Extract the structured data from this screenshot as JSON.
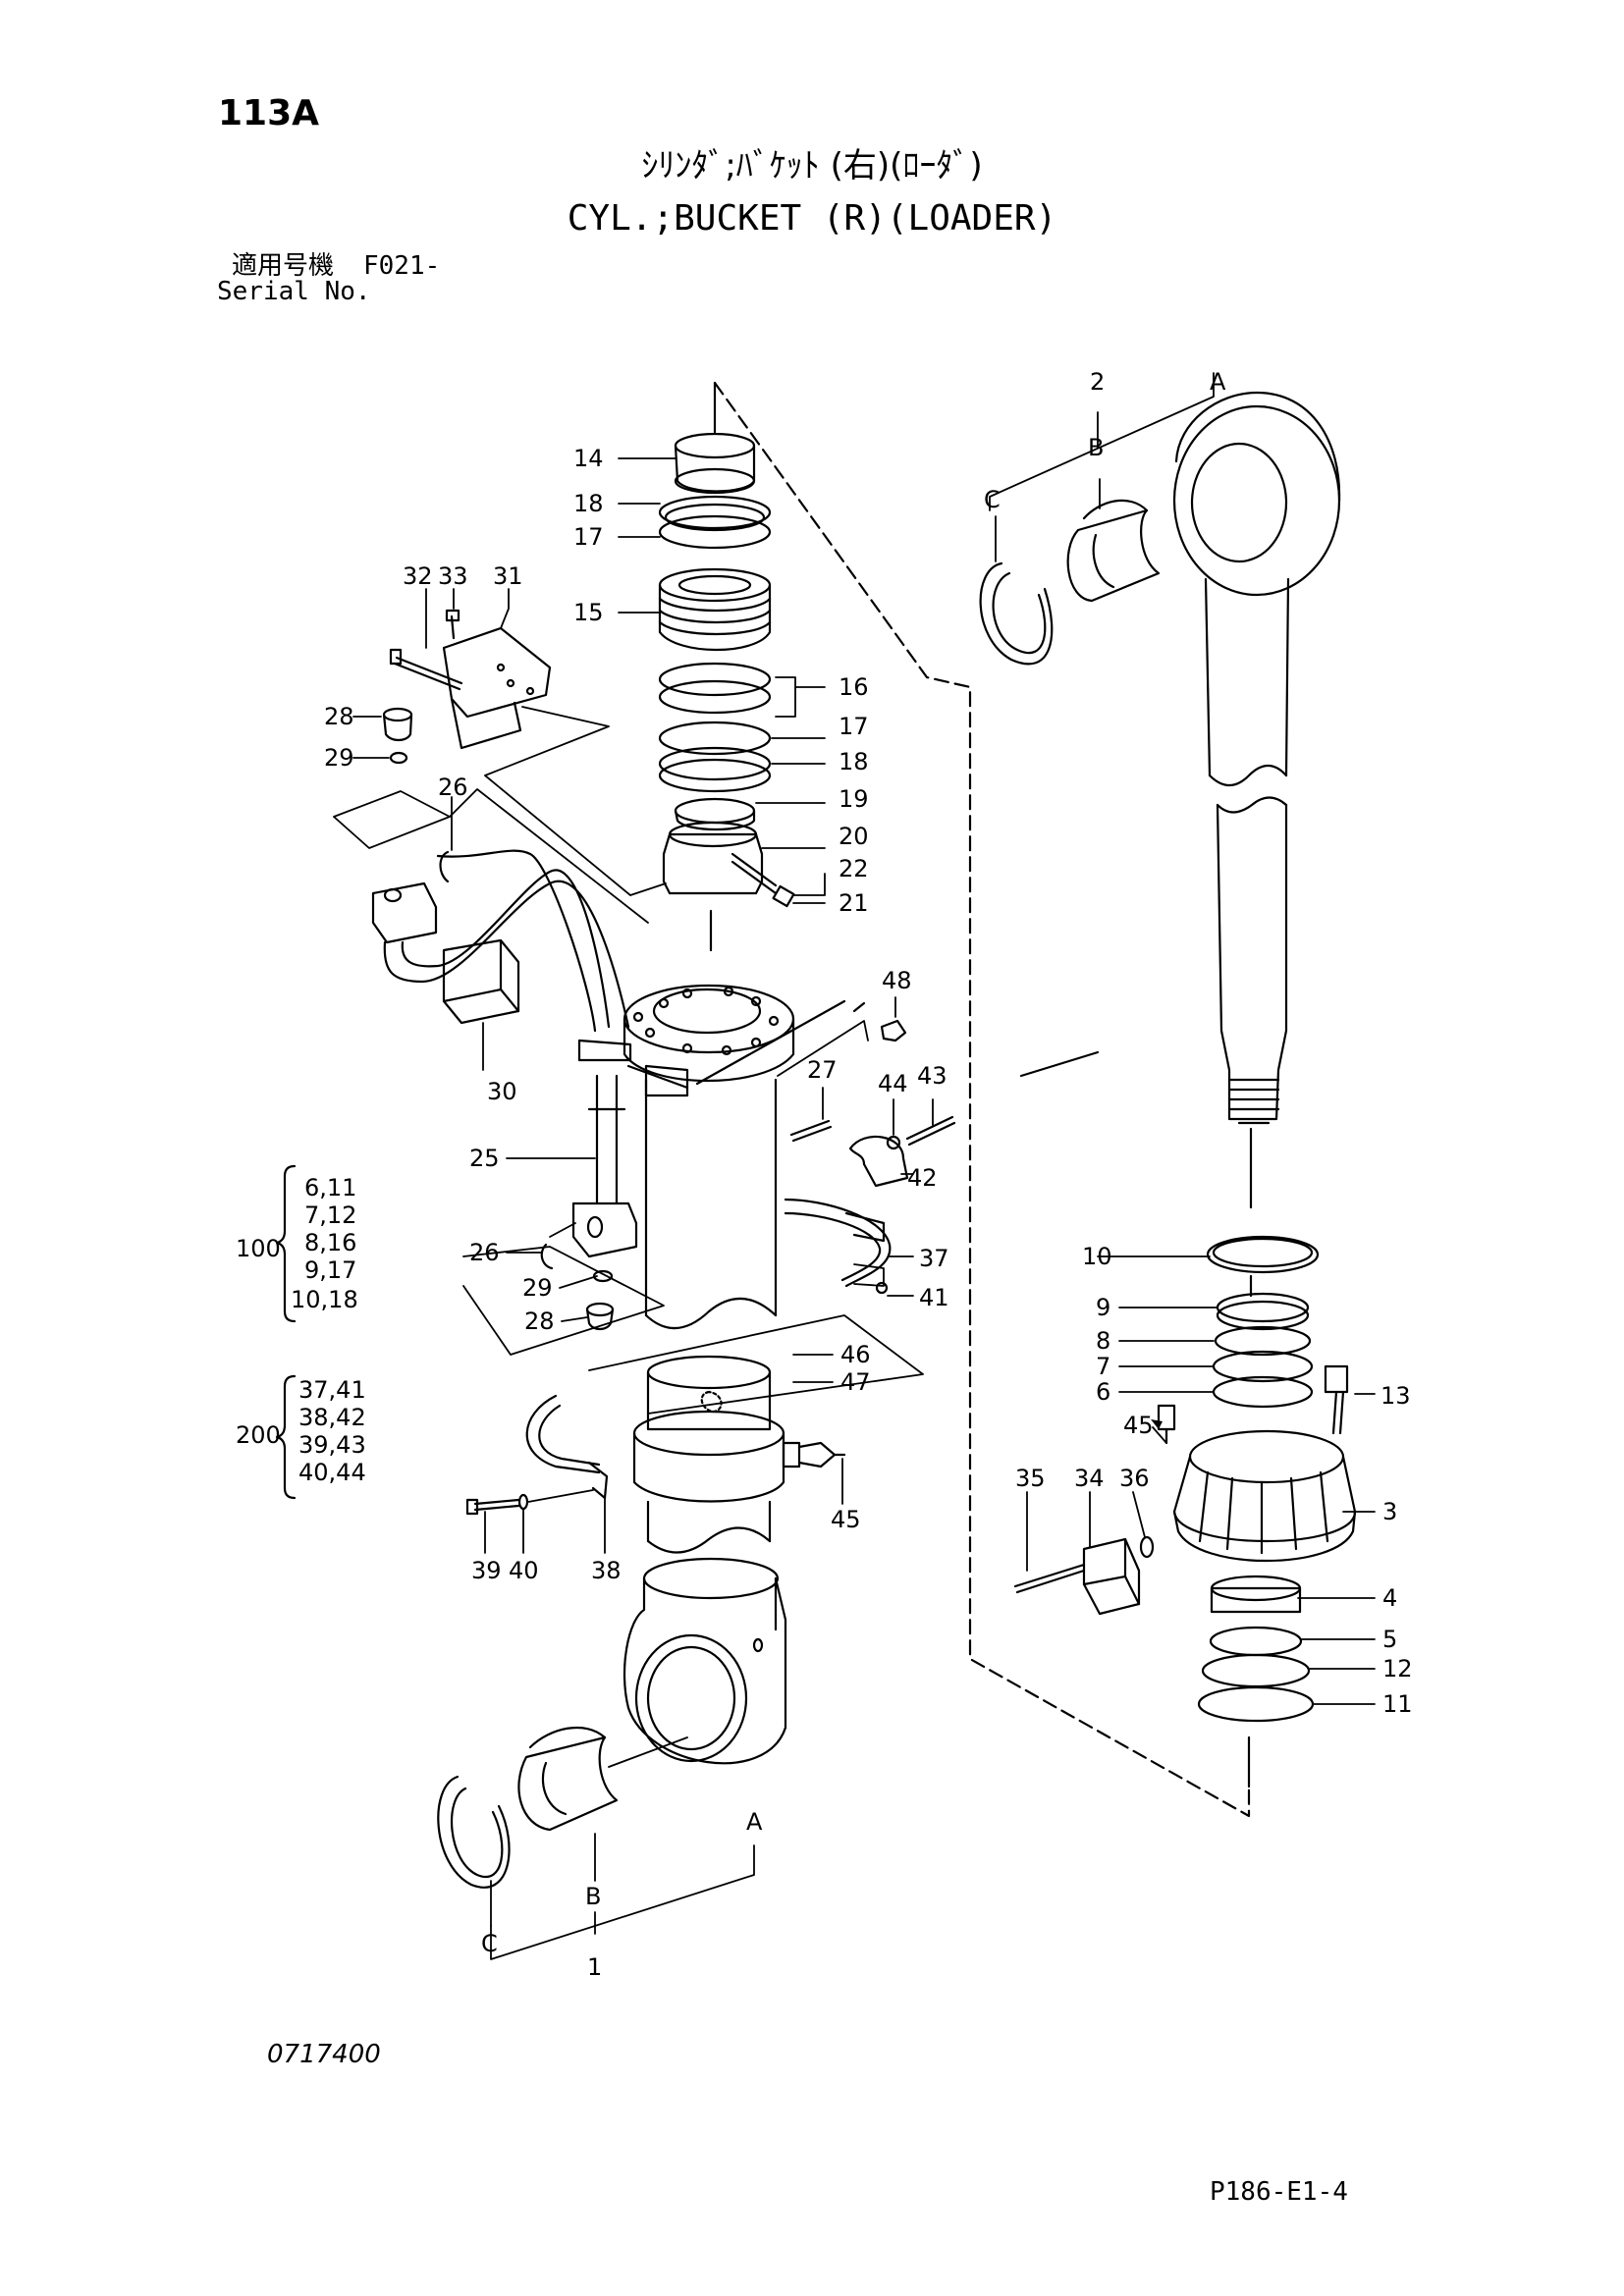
{
  "header": {
    "page_number": "113A",
    "title_jp": "ｼﾘﾝﾀﾞ;ﾊﾞｹｯﾄ (右)(ﾛｰﾀﾞ)",
    "title_en": "CYL.;BUCKET (R)(LOADER)",
    "serial_label_jp": "適用号機",
    "serial_label_en": "Serial No.",
    "serial_value": "F021-"
  },
  "footer": {
    "drawing_number": "0717400",
    "page_ref": "P186-E1-4"
  },
  "callouts": {
    "c1": "1",
    "c2": "2",
    "c3": "3",
    "c4": "4",
    "c5": "5",
    "c6": "6",
    "c7": "7",
    "c8": "8",
    "c9": "9",
    "c10": "10",
    "c11": "11",
    "c12": "12",
    "c13": "13",
    "c14": "14",
    "c15": "15",
    "c16": "16",
    "c17a": "17",
    "c17b": "17",
    "c18a": "18",
    "c18b": "18",
    "c19": "19",
    "c20": "20",
    "c21": "21",
    "c22": "22",
    "c25": "25",
    "c26a": "26",
    "c26b": "26",
    "c27": "27",
    "c28a": "28",
    "c28b": "28",
    "c29a": "29",
    "c29b": "29",
    "c30": "30",
    "c31": "31",
    "c32": "32",
    "c33": "33",
    "c34": "34",
    "c35": "35",
    "c36": "36",
    "c37": "37",
    "c38": "38",
    "c39": "39",
    "c40": "40",
    "c41": "41",
    "c42": "42",
    "c43": "43",
    "c44": "44",
    "c45a": "45",
    "c45b": "45",
    "c46": "46",
    "c47": "47",
    "c48": "48",
    "refA1": "A",
    "refA2": "A",
    "refB1": "B",
    "refB2": "B",
    "refC1": "C",
    "refC2": "C"
  },
  "kits": {
    "kit100": {
      "code": "100",
      "rows": [
        "6,11",
        "7,12",
        "8,16",
        "9,17",
        "10,18"
      ]
    },
    "kit200": {
      "code": "200",
      "rows": [
        "37,41",
        "38,42",
        "39,43",
        "40,44"
      ]
    }
  }
}
